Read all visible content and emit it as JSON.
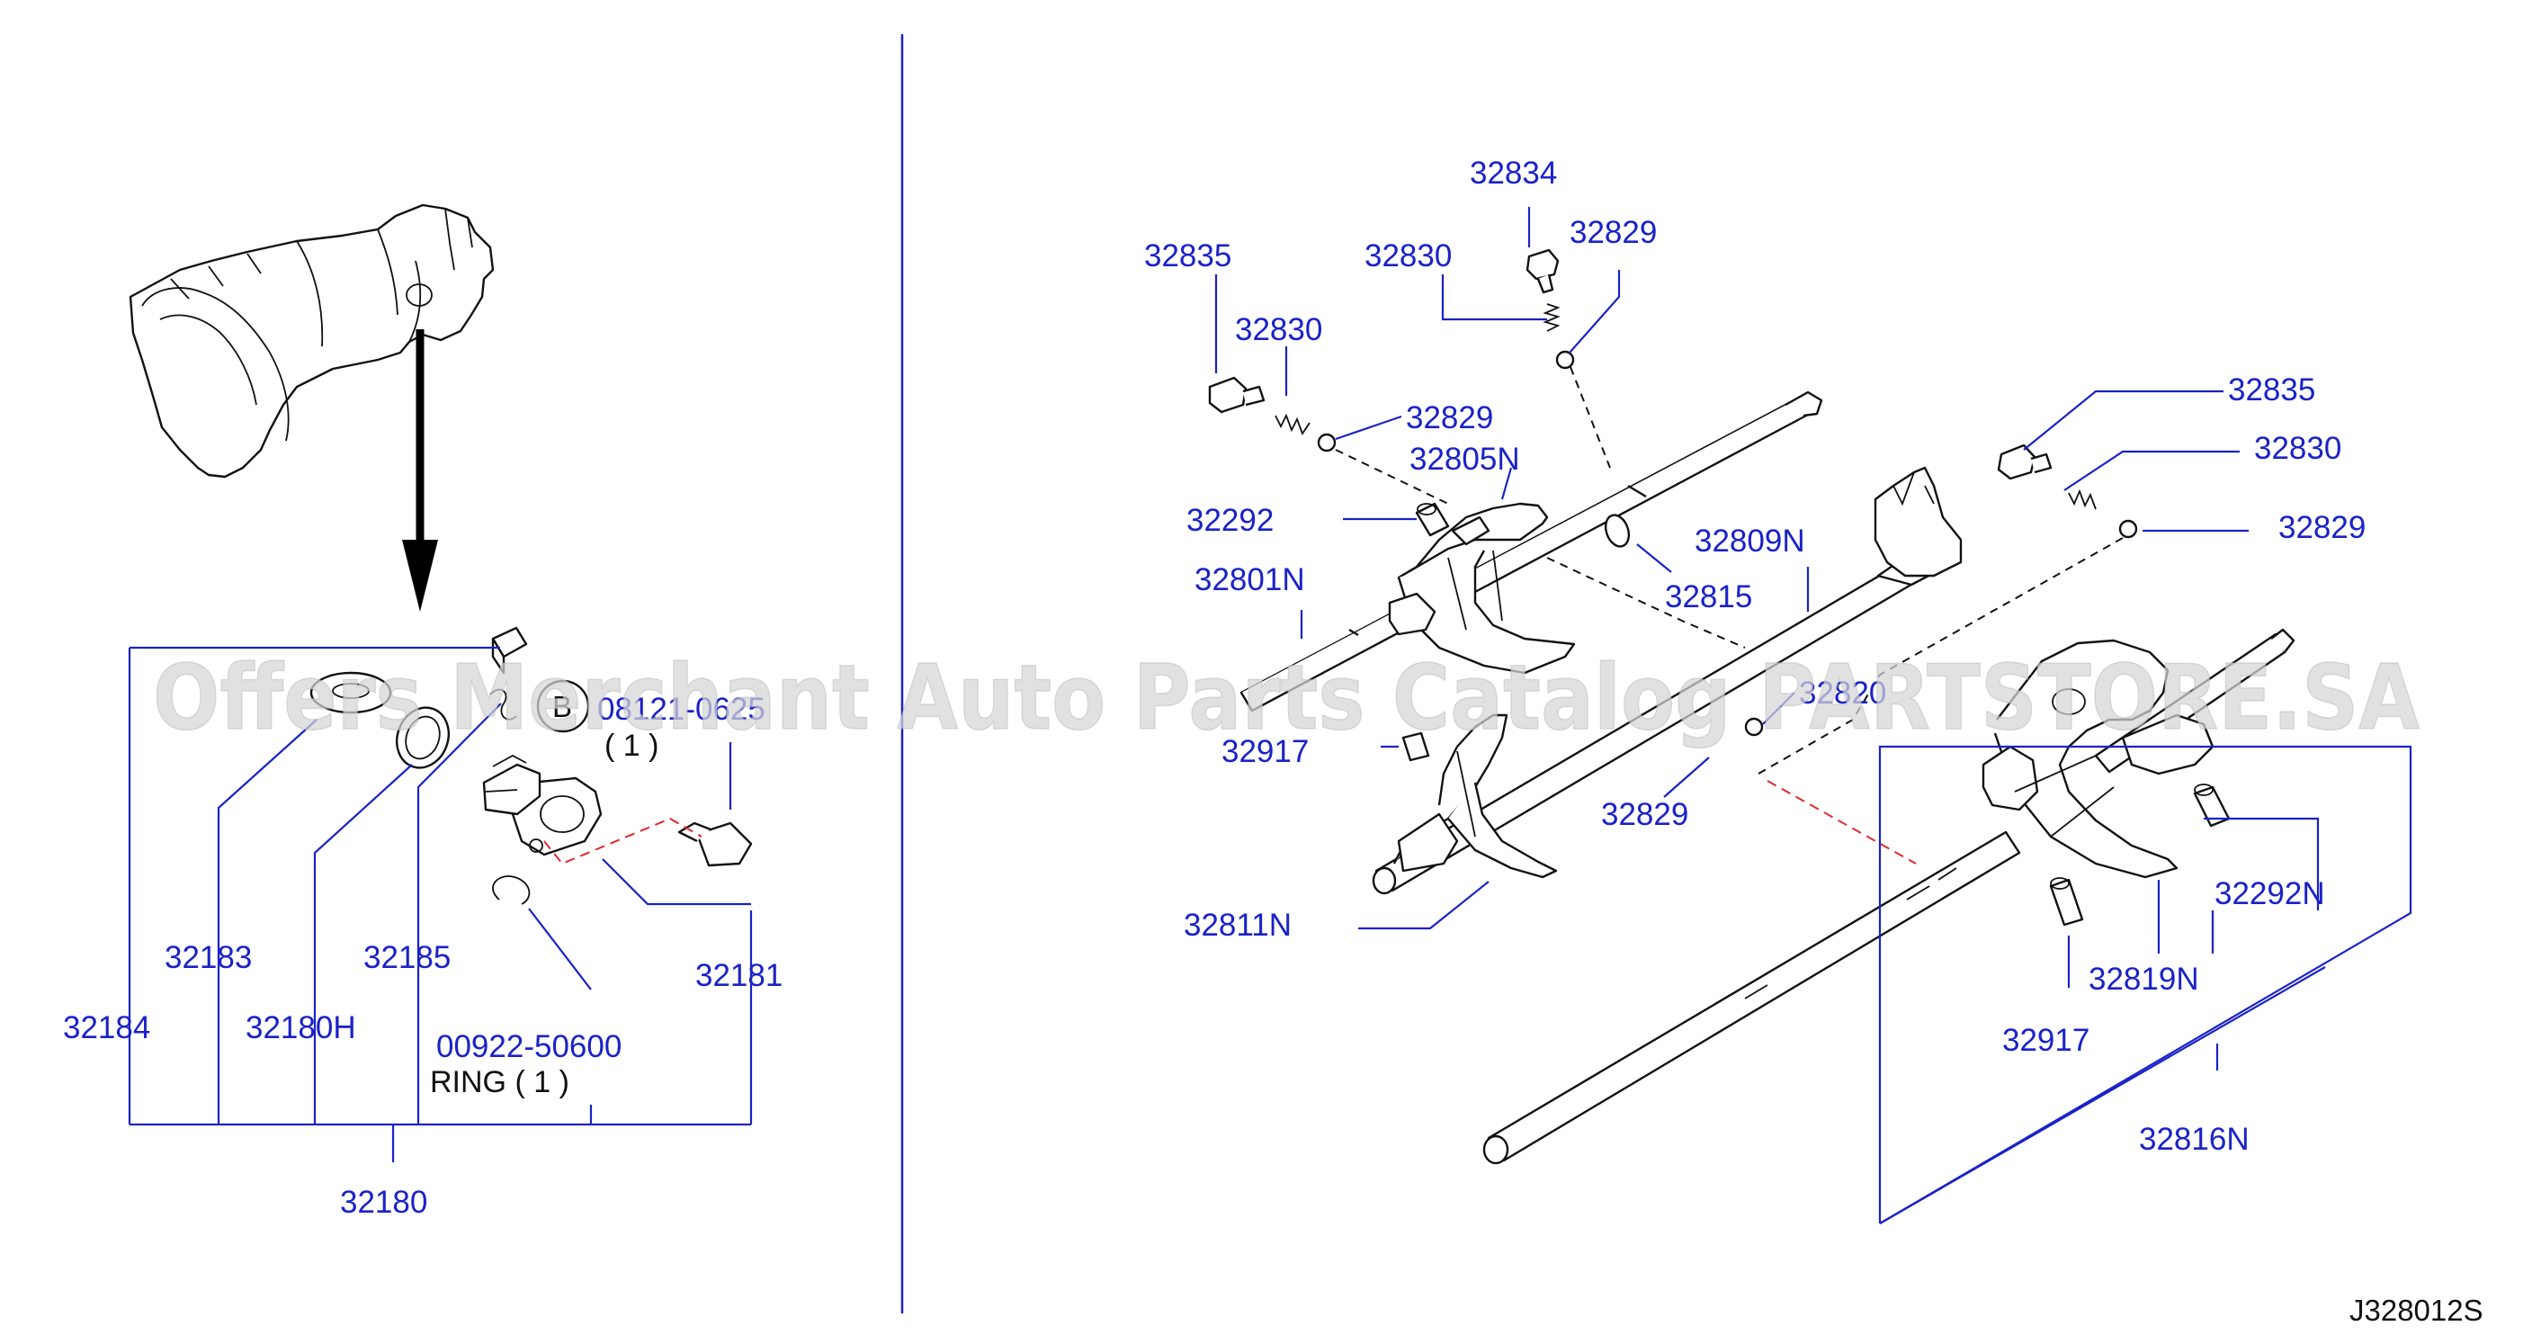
{
  "labels": {
    "p32835_top": "32835",
    "p32830_top": "32830",
    "p32834": "32834",
    "p32830_mid": "32830",
    "p32829_top": "32829",
    "p32829_mid": "32829",
    "p32805N": "32805N",
    "p32292": "32292",
    "p32801N": "32801N",
    "p32809N": "32809N",
    "p32815": "32815",
    "p32835_right": "32835",
    "p32830_right": "32830",
    "p32829_right": "32829",
    "p32820": "32820",
    "p32917_left": "32917",
    "p32829_low": "32829",
    "p32811N": "32811N",
    "p32292N": "32292N",
    "p32819N": "32819N",
    "p32917_right": "32917",
    "p32816N": "32816N",
    "p08121": "08121-0625",
    "qty1": "( 1 )",
    "bolt_marker": "B",
    "p32183": "32183",
    "p32185": "32185",
    "p32184": "32184",
    "p32180H": "32180H",
    "p32181": "32181",
    "p00922": "00922-50600",
    "ring_text": "RING  ( 1 )",
    "p32180": "32180"
  },
  "diagram_code": "J328012S",
  "watermark": "Offers Merchant Auto Parts Catalog PARTSTORE.SA",
  "colors": {
    "label": "#1a22c8",
    "line": "#111111",
    "red_dash": "#e0282e",
    "watermark": "#d6d6d6"
  }
}
